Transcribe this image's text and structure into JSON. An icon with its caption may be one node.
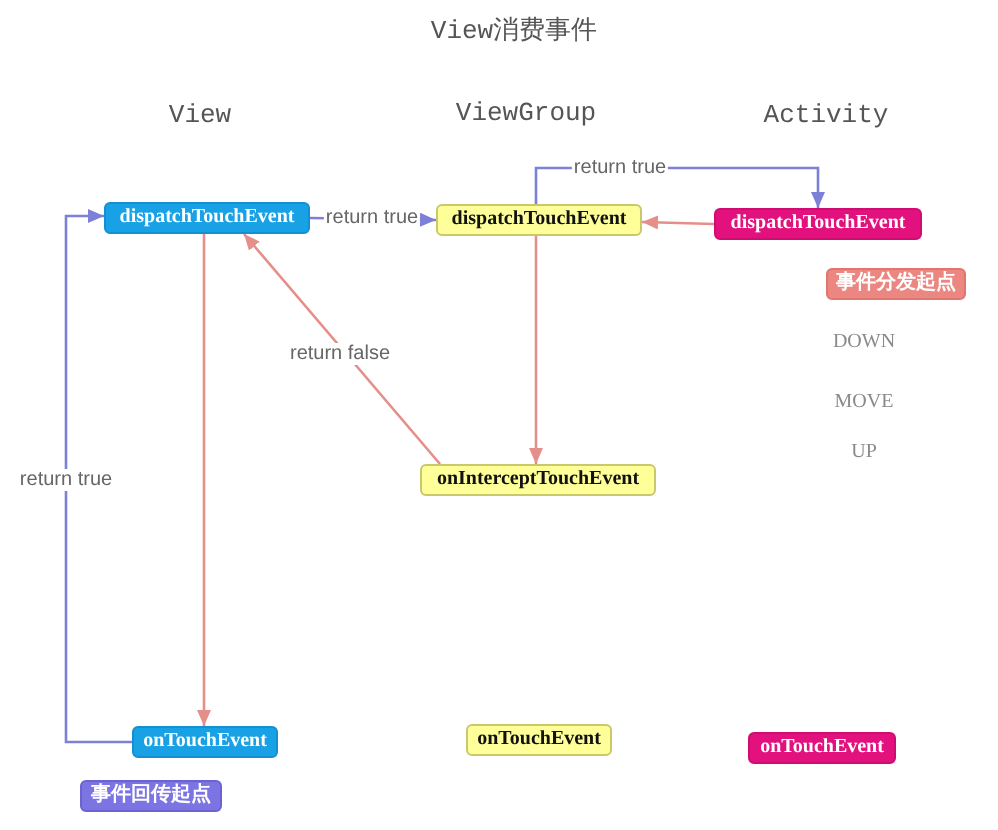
{
  "diagram": {
    "title": "View消费事件",
    "nodes": [
      {
        "text": [
          "dispatchTouchEvent"
        ]
      },
      {
        "text": [
          "dispatchTouchEvent"
        ]
      },
      {
        "text": [
          "dispatchTouchEvent"
        ]
      },
      {
        "text": [
          "事件分发起点"
        ]
      },
      {
        "text": [
          "onInterceptTouchEvent"
        ]
      },
      {
        "text": [
          "onTouchEvent"
        ]
      },
      {
        "text": [
          "onTouchEvent"
        ]
      },
      {
        "text": [
          "onTouchEvent"
        ]
      },
      {
        "text": [
          "事件回传起点"
        ]
      }
    ],
    "edges": [
      {
        "from": 2,
        "to": 1,
        "arrow": "to"
      },
      {
        "from": 1,
        "to": 2,
        "arrow": "to",
        "label": "return true",
        "color": "#7c80d6"
      },
      {
        "from": 0,
        "to": 1,
        "arrow": "to",
        "label": "return true",
        "color": "#7c80d6"
      },
      {
        "from": 0,
        "to": 5,
        "arrow": "to"
      },
      {
        "from": 5,
        "to": 0,
        "arrow": "to",
        "label": "return true",
        "color": "#7c80d6"
      },
      {
        "from": 1,
        "to": 4,
        "arrow": "to"
      },
      {
        "from": 4,
        "to": 0,
        "arrow": "to",
        "label": "return false"
      }
    ],
    "labels": [
      "View",
      "ViewGroup",
      "Activity",
      "DOWN",
      "MOVE",
      "UP"
    ]
  }
}
